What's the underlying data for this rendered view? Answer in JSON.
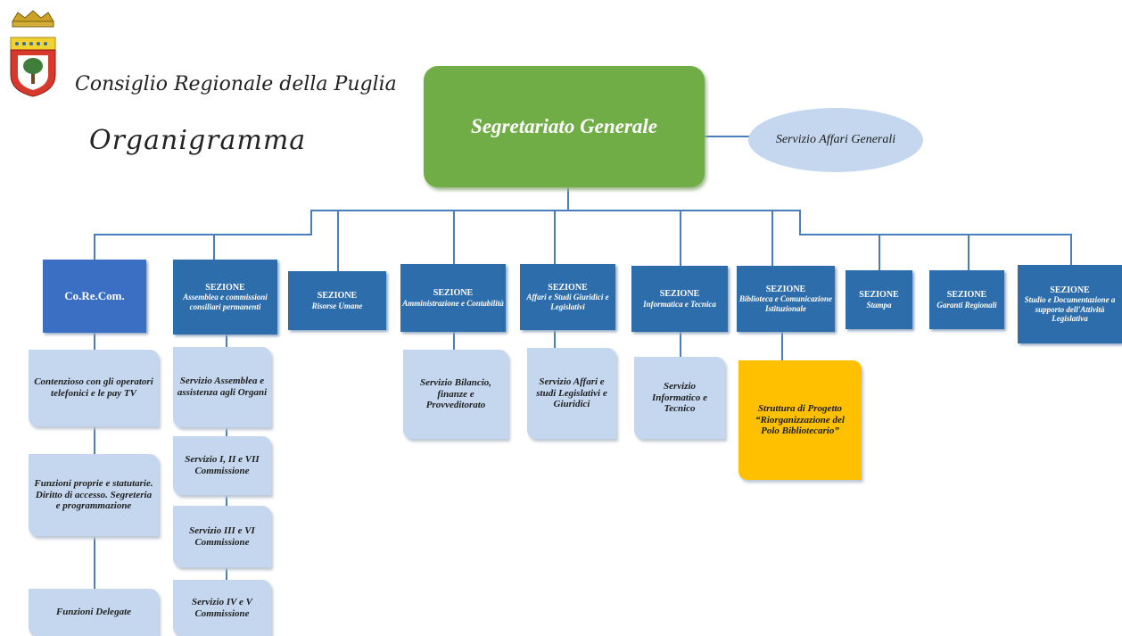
{
  "header": {
    "org_name": "Consiglio Regionale della Puglia",
    "doc_title": "Organigramma"
  },
  "top": {
    "general": "Segretariato Generale",
    "affari_generali": "Servizio Affari Generali"
  },
  "sections": {
    "corecom": "Co.Re.Com.",
    "assemblea": {
      "head": "SEZIONE",
      "sub": "Assemblea e commissioni consiliari permanenti"
    },
    "risorse": {
      "head": "SEZIONE",
      "sub": "Risorse Umane"
    },
    "amministrazione": {
      "head": "SEZIONE",
      "sub": "Amministrazione e Contabilità"
    },
    "affari_studi": {
      "head": "SEZIONE",
      "sub": "Affari e Studi Giuridici e Legislativi"
    },
    "informatica": {
      "head": "SEZIONE",
      "sub": "Informatica e Tecnica"
    },
    "biblioteca": {
      "head": "SEZIONE",
      "sub": "Biblioteca e Comunicazione Istituzionale"
    },
    "stampa": {
      "head": "SEZIONE",
      "sub": "Stampa"
    },
    "garanti": {
      "head": "SEZIONE",
      "sub": "Garanti Regionali"
    },
    "studio": {
      "head": "SEZIONE",
      "sub": "Studio e Documentazione a supporto dell'Attività Legislativa"
    }
  },
  "services": {
    "contenzioso": "Contenzioso con gli operatori telefonici e le pay TV",
    "funzioni_proprie": "Funzioni proprie e statutarie. Diritto di accesso. Segreteria e programmazione",
    "funzioni_delegate": "Funzioni Delegate",
    "assemblea_organi": "Servizio Assemblea e assistenza agli Organi",
    "comm_1": "Servizio I, II e VII Commissione",
    "comm_2": "Servizio III e VI Commissione",
    "comm_3": "Servizio IV e V Commissione",
    "bilancio": "Servizio Bilancio, finanze e Provveditorato",
    "affari_studi": "Servizio Affari e studi Legislativi e Giuridici",
    "informatico": "Servizio Informatico e Tecnico",
    "progetto": "Struttura di Progetto “Riorganizzazione del Polo Bibliotecario”"
  },
  "colors": {
    "green": "#70ad47",
    "dark_blue": "#2e6dab",
    "light_blue": "#c4d7ee",
    "gold": "#ffc000",
    "connector": "#4a7ebb"
  },
  "icons": {
    "logo": "region-crest-icon"
  }
}
